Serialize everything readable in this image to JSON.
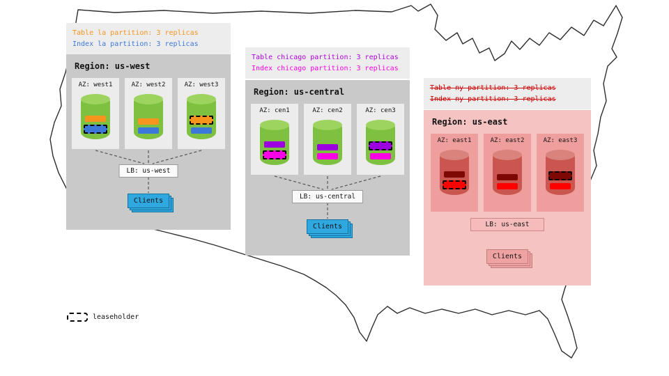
{
  "legend": {
    "label": "leaseholder"
  },
  "regions": [
    {
      "id": "us-west",
      "css": "west",
      "failed": false,
      "annotation": {
        "strikethrough": false,
        "lines": [
          {
            "text": "Table la partition: 3 replicas",
            "color": "#f7941d"
          },
          {
            "text": "Index la partition: 3 replicas",
            "color": "#3c78d8"
          }
        ]
      },
      "title": "Region: us-west",
      "azs": [
        {
          "label": "AZ: west1",
          "bars": [
            {
              "color": "#f7941d",
              "leaseholder": false
            },
            {
              "color": "#3c78d8",
              "leaseholder": true
            }
          ]
        },
        {
          "label": "AZ: west2",
          "bars": [
            {
              "color": "#f7941d",
              "leaseholder": false
            },
            {
              "color": "#3c78d8",
              "leaseholder": false
            }
          ]
        },
        {
          "label": "AZ: west3",
          "bars": [
            {
              "color": "#f7941d",
              "leaseholder": true
            },
            {
              "color": "#3c78d8",
              "leaseholder": false
            }
          ]
        }
      ],
      "lb": "LB: us-west",
      "clients": "Clients",
      "theme": {
        "region_bg": "#c9c9c9",
        "az_bg": "#ececec",
        "cyl_body": "#7ec141",
        "cyl_top": "#9dd45f",
        "lb_bg": "#fafafa",
        "lb_border": "#999999",
        "clients_bg": "#2fa8e0",
        "clients_border": "#16729f"
      }
    },
    {
      "id": "us-central",
      "css": "central",
      "failed": false,
      "annotation": {
        "strikethrough": false,
        "lines": [
          {
            "text": "Table chicago partition: 3 replicas",
            "color": "#b000e0"
          },
          {
            "text": "Index chicago partition: 3 replicas",
            "color": "#ff00e6"
          }
        ]
      },
      "title": "Region: us-central",
      "azs": [
        {
          "label": "AZ: cen1",
          "bars": [
            {
              "color": "#9d00e0",
              "leaseholder": false
            },
            {
              "color": "#ff00e6",
              "leaseholder": true
            }
          ]
        },
        {
          "label": "AZ: cen2",
          "bars": [
            {
              "color": "#9d00e0",
              "leaseholder": false
            },
            {
              "color": "#ff00e6",
              "leaseholder": false
            }
          ]
        },
        {
          "label": "AZ: cen3",
          "bars": [
            {
              "color": "#9d00e0",
              "leaseholder": true
            },
            {
              "color": "#ff00e6",
              "leaseholder": false
            }
          ]
        }
      ],
      "lb": "LB: us-central",
      "clients": "Clients",
      "theme": {
        "region_bg": "#c9c9c9",
        "az_bg": "#ececec",
        "cyl_body": "#7ec141",
        "cyl_top": "#9dd45f",
        "lb_bg": "#fafafa",
        "lb_border": "#999999",
        "clients_bg": "#2fa8e0",
        "clients_border": "#16729f"
      }
    },
    {
      "id": "us-east",
      "css": "east",
      "failed": true,
      "annotation": {
        "strikethrough": true,
        "lines": [
          {
            "text": "Table ny partition: 3 replicas",
            "color": "#cc0000"
          },
          {
            "text": "Index ny partition: 3 replicas",
            "color": "#cc0000"
          }
        ]
      },
      "title": "Region: us-east",
      "azs": [
        {
          "label": "AZ: east1",
          "bars": [
            {
              "color": "#7c0a02",
              "leaseholder": false
            },
            {
              "color": "#ff0000",
              "leaseholder": true
            }
          ]
        },
        {
          "label": "AZ: east2",
          "bars": [
            {
              "color": "#7c0a02",
              "leaseholder": false
            },
            {
              "color": "#ff0000",
              "leaseholder": false
            }
          ]
        },
        {
          "label": "AZ: east3",
          "bars": [
            {
              "color": "#7c0a02",
              "leaseholder": true
            },
            {
              "color": "#ff0000",
              "leaseholder": false
            }
          ]
        }
      ],
      "lb": "LB: us-east",
      "clients": "Clients",
      "theme": {
        "region_bg": "#f6c3c3",
        "az_bg": "#ef9e9e",
        "cyl_body": "#c9564f",
        "cyl_top": "#da837d",
        "lb_bg": "#f6bcbc",
        "lb_border": "#cc8888",
        "clients_bg": "#efa2a2",
        "clients_border": "#c27d7d"
      }
    }
  ]
}
